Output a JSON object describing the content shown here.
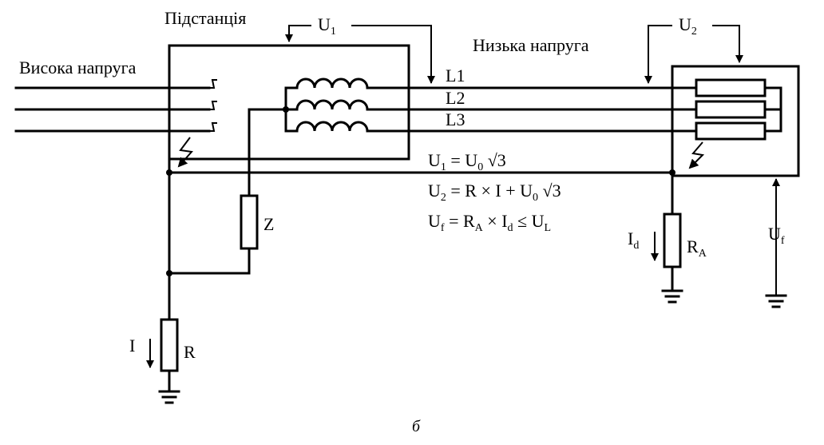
{
  "labels": {
    "substation": "Підстанція",
    "high_voltage": "Висока напруга",
    "low_voltage": "Низька напруга",
    "u1": "U",
    "u1_sub": "1",
    "u2": "U",
    "u2_sub": "2",
    "l1": "L1",
    "l2": "L2",
    "l3": "L3",
    "z": "Z",
    "r": "R",
    "i": "I",
    "id": "I",
    "id_sub": "d",
    "ra": "R",
    "ra_sub": "A",
    "uf": "U",
    "uf_sub": "f"
  },
  "equations": {
    "eq1": {
      "u": "U",
      "u_sub": "1",
      "eq": " = U",
      "u0_sub": "0",
      "sqrt": " √3"
    },
    "eq2": {
      "u": "U",
      "u_sub": "2",
      "eq": " = R × I + U",
      "u0_sub": "0",
      "sqrt": " √3"
    },
    "eq3": {
      "u": "U",
      "u_sub": "f",
      "eq": " = R",
      "ra_sub": "A",
      "times": " × I",
      "id_sub": "d",
      "le": " ≤ U",
      "ul_sub": "L"
    }
  },
  "caption": "б"
}
